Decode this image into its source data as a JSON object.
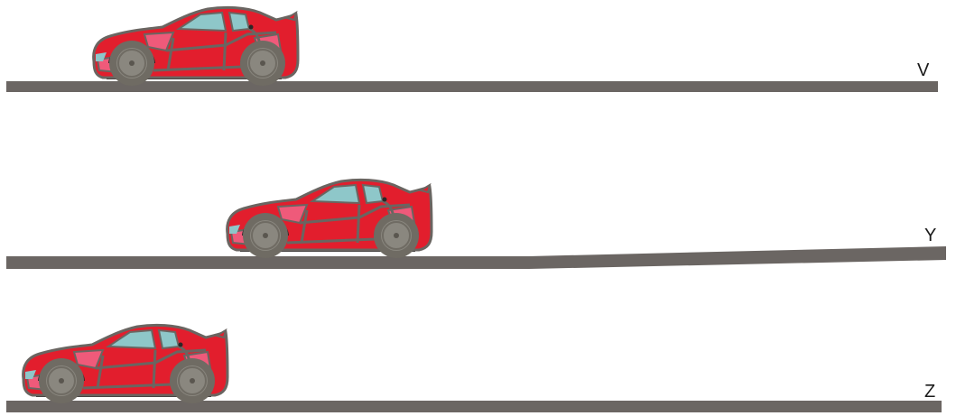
{
  "tracks": [
    {
      "label": "V",
      "surface": "flat"
    },
    {
      "label": "Y",
      "surface": "flat-then-incline"
    },
    {
      "label": "Z",
      "surface": "flat"
    }
  ],
  "colors": {
    "background": "#ffffff",
    "track": "#6b6663",
    "car_body": "#e21e2d",
    "car_accent": "#ef5a7a",
    "car_outline": "#6a6561",
    "window": "#8ec7c9",
    "tire": "#6f6b63",
    "rim": "#8a877f",
    "underbody": "#2b2626",
    "label_text": "#1a1a1a"
  },
  "icons": {
    "car": "red-sports-car-icon"
  }
}
